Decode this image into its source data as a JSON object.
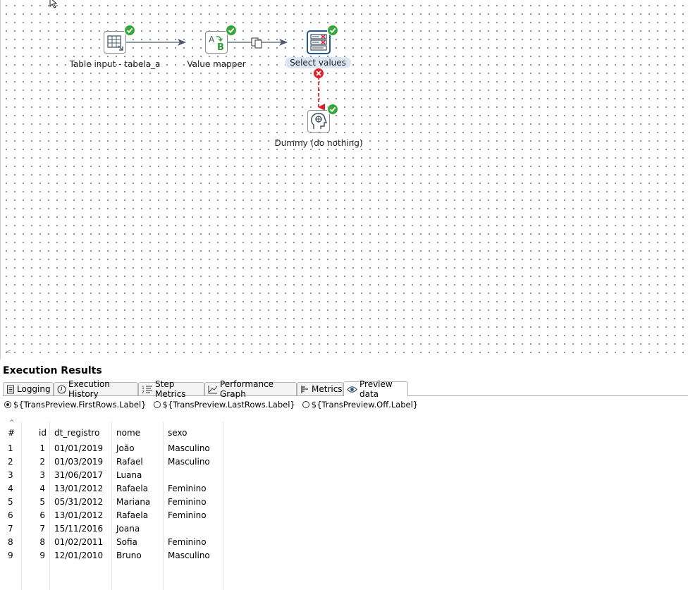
{
  "steps": {
    "table_input": {
      "label": "Table input - tabela_a"
    },
    "value_mapper": {
      "label": "Value mapper"
    },
    "select_values": {
      "label": "Select values"
    },
    "dummy": {
      "label": "Dummy (do nothing)"
    }
  },
  "results": {
    "title": "Execution Results",
    "tabs": [
      "Logging",
      "Execution History",
      "Step Metrics",
      "Performance Graph",
      "Metrics",
      "Preview data"
    ],
    "active_tab": "Preview data",
    "radios": [
      {
        "label": "${TransPreview.FirstRows.Label}",
        "selected": true
      },
      {
        "label": "${TransPreview.LastRows.Label}",
        "selected": false
      },
      {
        "label": "${TransPreview.Off.Label}",
        "selected": false
      }
    ]
  },
  "table": {
    "headers": [
      "#",
      "id",
      "dt_registro",
      "nome",
      "sexo"
    ],
    "rows": [
      [
        "1",
        "1",
        "01/01/2019",
        "João",
        "Masculino"
      ],
      [
        "2",
        "2",
        "01/03/2019",
        "Rafael",
        "Masculino"
      ],
      [
        "3",
        "3",
        "31/06/2017",
        "Luana",
        ""
      ],
      [
        "4",
        "4",
        "13/01/2012",
        "Rafaela",
        "Feminino"
      ],
      [
        "5",
        "5",
        "05/31/2012",
        "Mariana",
        "Feminino"
      ],
      [
        "6",
        "6",
        "13/01/2012",
        "Rafaela",
        "Feminino"
      ],
      [
        "7",
        "7",
        "15/11/2016",
        "Joana",
        ""
      ],
      [
        "8",
        "8",
        "01/02/2011",
        "Sofia",
        "Feminino"
      ],
      [
        "9",
        "9",
        "12/01/2010",
        "Bruno",
        "Masculino"
      ]
    ]
  },
  "colors": {
    "accent": "#1a5a9a",
    "ok": "#3aa63a",
    "error_hop": "#e0202a",
    "hop": "#4a5a6a"
  }
}
